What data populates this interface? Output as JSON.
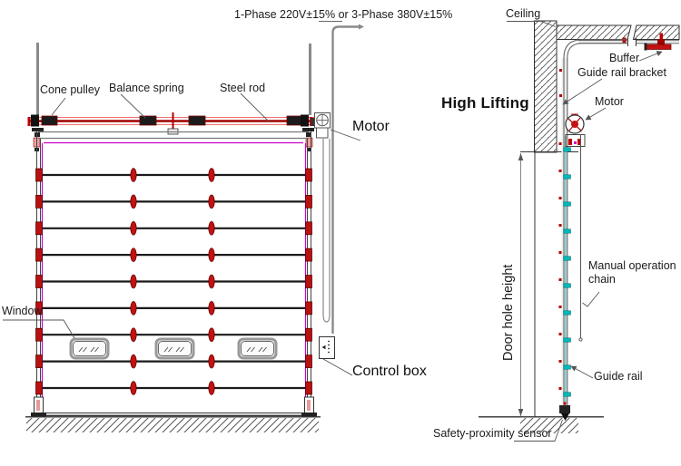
{
  "power_supply_label": "1-Phase 220V±15% or 3-Phase 380V±15%",
  "front_view": {
    "labels": {
      "cone_pulley": "Cone pulley",
      "balance_spring": "Balance spring",
      "steel_rod": "Steel rod",
      "motor": "Motor",
      "control_box": "Control box",
      "window": "Window"
    }
  },
  "side_view": {
    "heading": "High Lifting",
    "labels": {
      "ceiling": "Ceiling",
      "buffer": "Buffer",
      "guide_rail_bracket": "Guide rail bracket",
      "motor": "Motor",
      "door_hole_height": "Door hole height",
      "manual_operation_chain": "Manual operation chain",
      "guide_rail": "Guide rail",
      "safety_proximity_sensor": "Safety-proximity sensor"
    }
  },
  "colors": {
    "shaft_red": "#cc0000",
    "hinge_red": "#c41111",
    "track_magenta": "#cc00cc",
    "roller_cyan": "#00b8b8",
    "structure_gray": "#8a8a8a",
    "line_black": "#1a1a1a"
  }
}
